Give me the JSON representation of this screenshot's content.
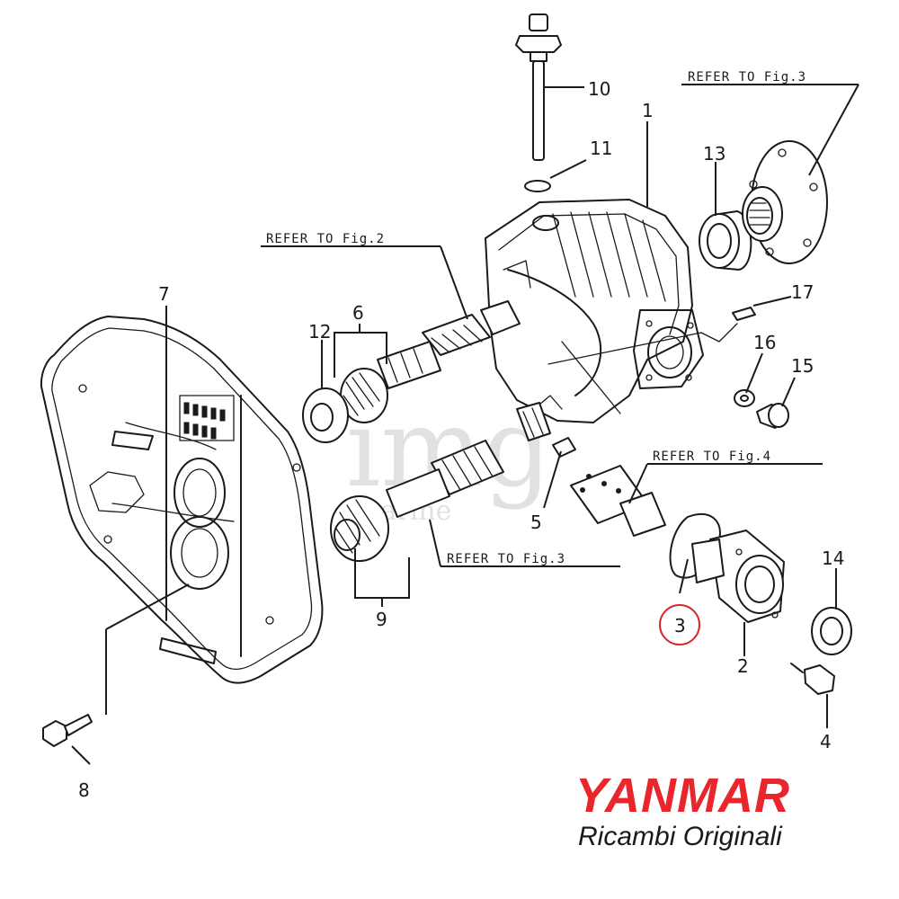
{
  "colors": {
    "line": "#1a1a1a",
    "brand_red": "#e8262b",
    "highlight_circle": "#d9262b",
    "watermark": "#c9c9c9"
  },
  "callouts": {
    "c1": "1",
    "c2": "2",
    "c3": "3",
    "c4": "4",
    "c5": "5",
    "c6": "6",
    "c7": "7",
    "c8": "8",
    "c9": "9",
    "c10": "10",
    "c11": "11",
    "c12": "12",
    "c13": "13",
    "c14": "14",
    "c15": "15",
    "c16": "16",
    "c17": "17"
  },
  "refs": {
    "fig2": "REFER TO Fig.2",
    "fig3_top": "REFER TO Fig.3",
    "fig3_bottom": "REFER TO Fig.3",
    "fig4": "REFER TO Fig.4"
  },
  "highlighted_part": "3",
  "watermark": {
    "main": "img",
    "sub": "marine"
  },
  "brand": {
    "name": "YANMAR",
    "tagline": "Ricambi Originali"
  }
}
